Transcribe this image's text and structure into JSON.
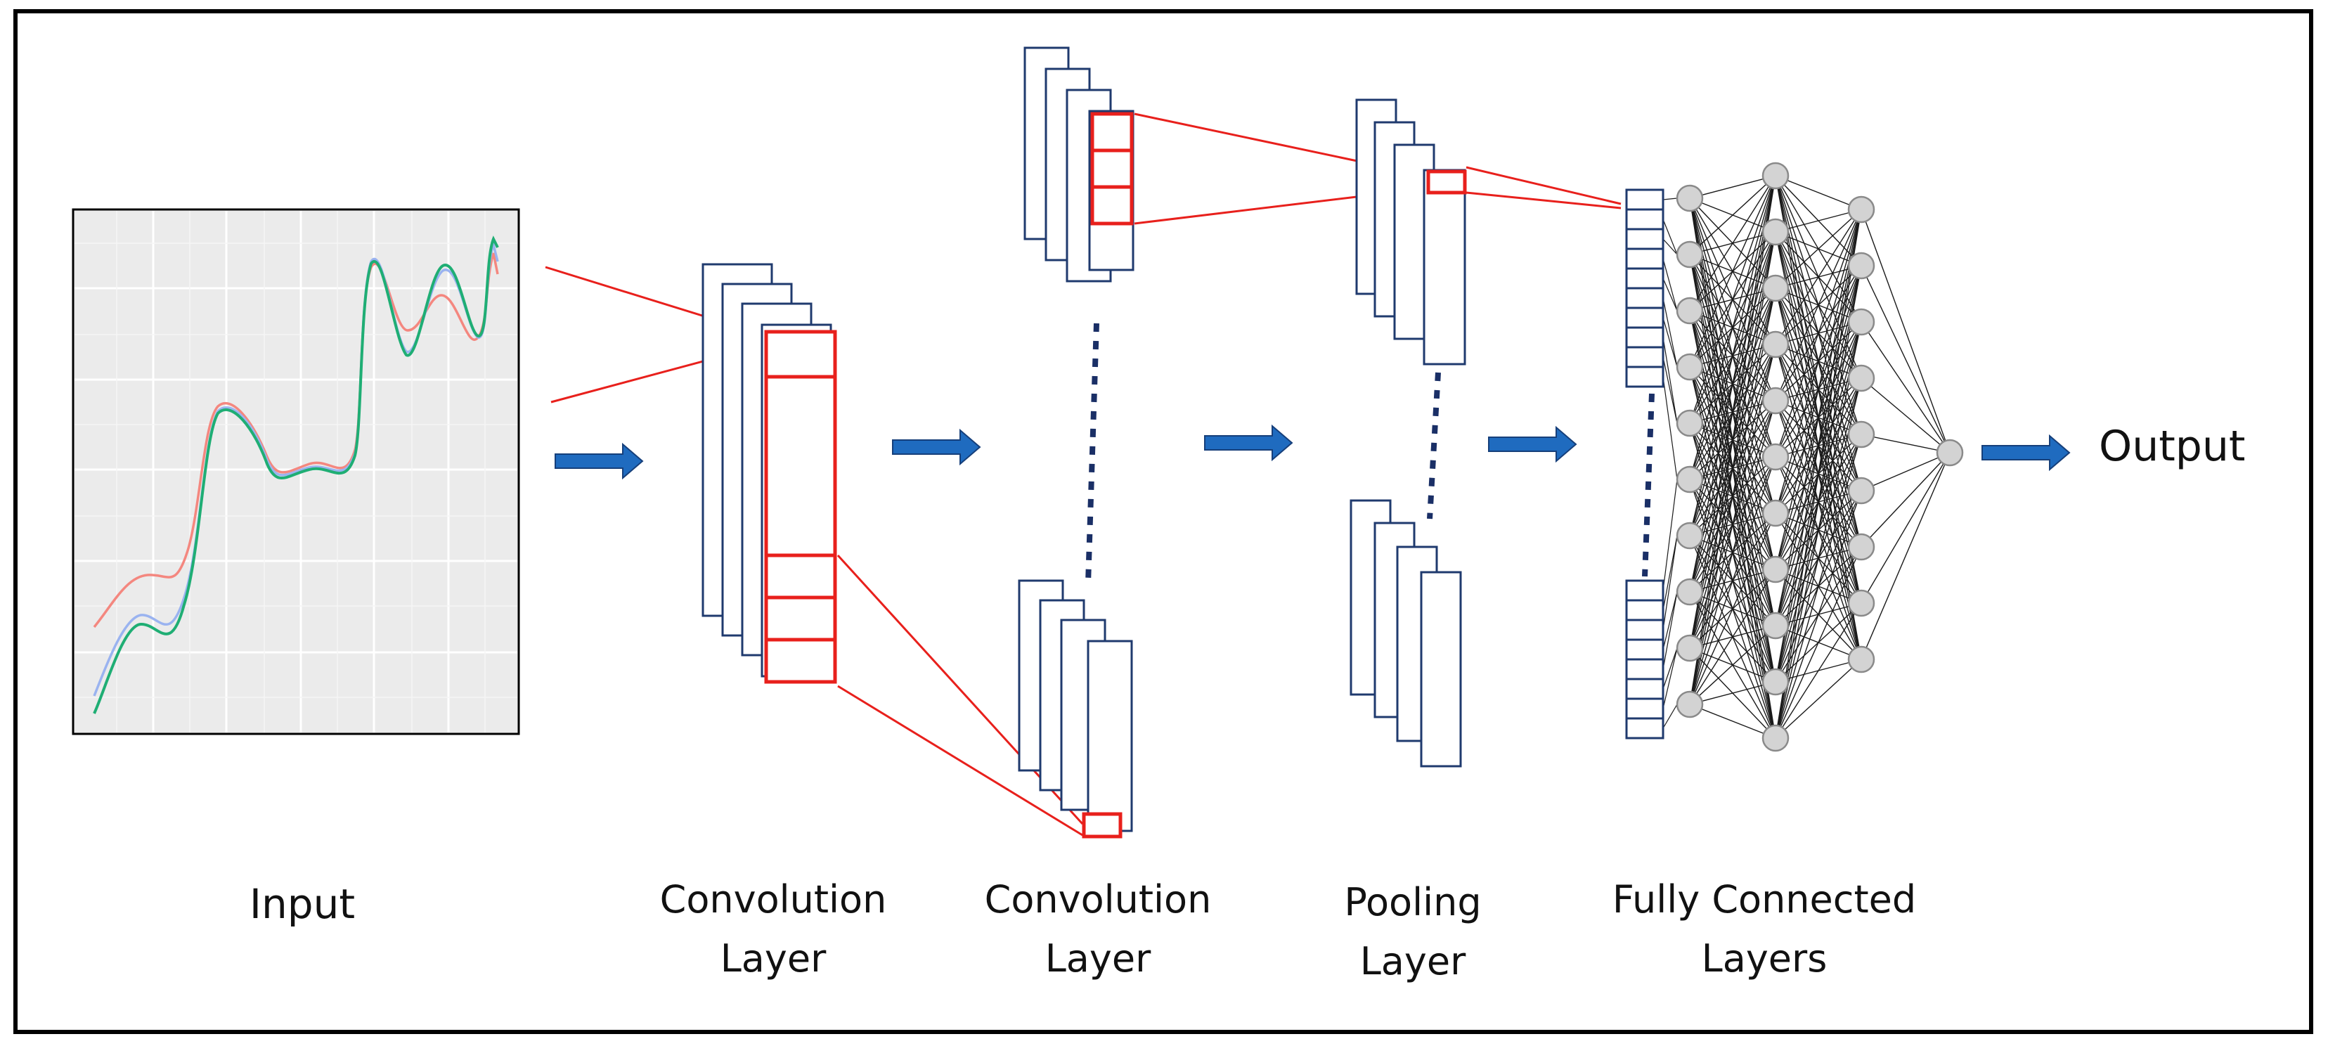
{
  "labels": {
    "input": "Input",
    "conv1": [
      "Convolution",
      "Layer"
    ],
    "conv2": [
      "Convolution",
      "Layer"
    ],
    "pooling": [
      "Pooling",
      "Layer"
    ],
    "fc": [
      "Fully Connected",
      "Layers"
    ],
    "output": "Output"
  },
  "colors": {
    "frame": "#000000",
    "outline": "#1f3a6e",
    "highlight": "#e8201c",
    "arrow": "#1f6bbf",
    "node_fill": "#d3d3d3",
    "node_stroke": "#8a8a8a",
    "plot_bg": "#ebebeb",
    "plot_grid": "#ffffff",
    "series": [
      "#f4877f",
      "#9ab3f0",
      "#1fae74"
    ]
  },
  "fc_network": {
    "flatten_cells_top": 10,
    "flatten_cells_bottom": 8,
    "layer_node_counts": [
      10,
      11,
      9,
      1
    ]
  }
}
